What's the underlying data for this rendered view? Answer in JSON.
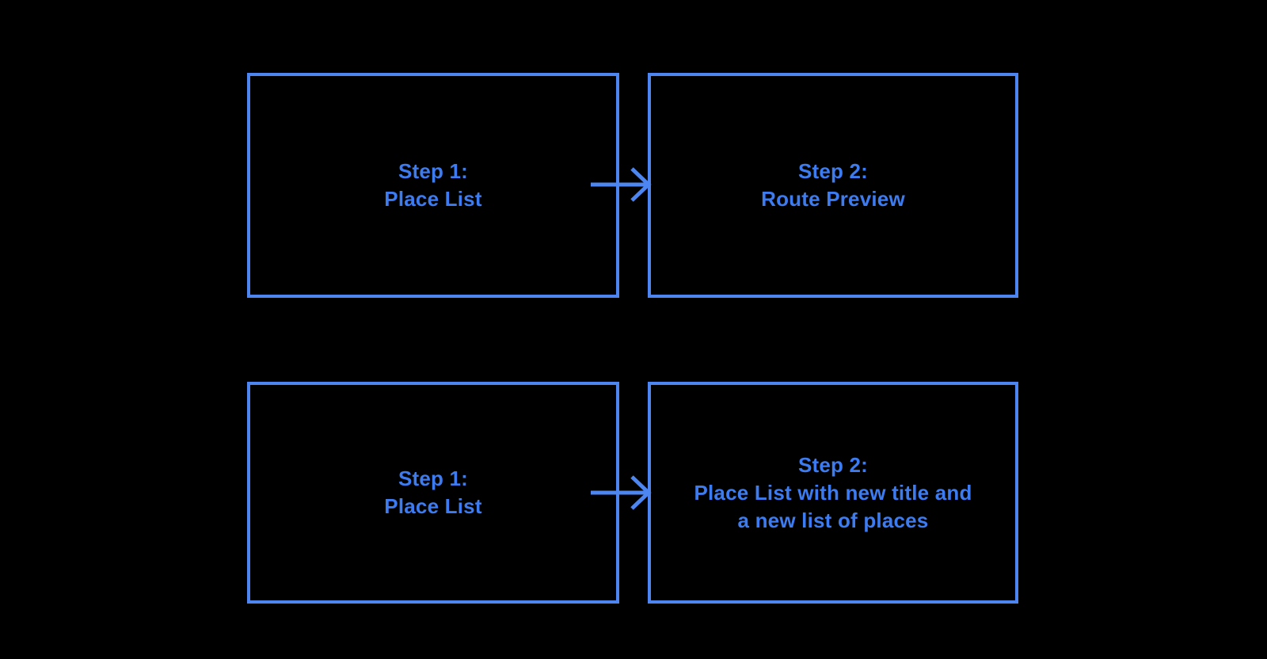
{
  "diagram": {
    "background_color": "#000000",
    "box_border_color": "#4d86f0",
    "text_color": "#3c7cf0",
    "arrow_color": "#4d86f0",
    "rows": [
      {
        "source": {
          "lines": [
            "Step 1:",
            "Place List"
          ]
        },
        "arrow": "right-arrow",
        "target": {
          "lines": [
            "Step 2:",
            "Route Preview"
          ]
        }
      },
      {
        "source": {
          "lines": [
            "Step 1:",
            "Place List"
          ]
        },
        "arrow": "right-arrow",
        "target": {
          "lines": [
            "Step 2:",
            "Place List with new title and",
            "a new list of places"
          ]
        }
      }
    ]
  }
}
